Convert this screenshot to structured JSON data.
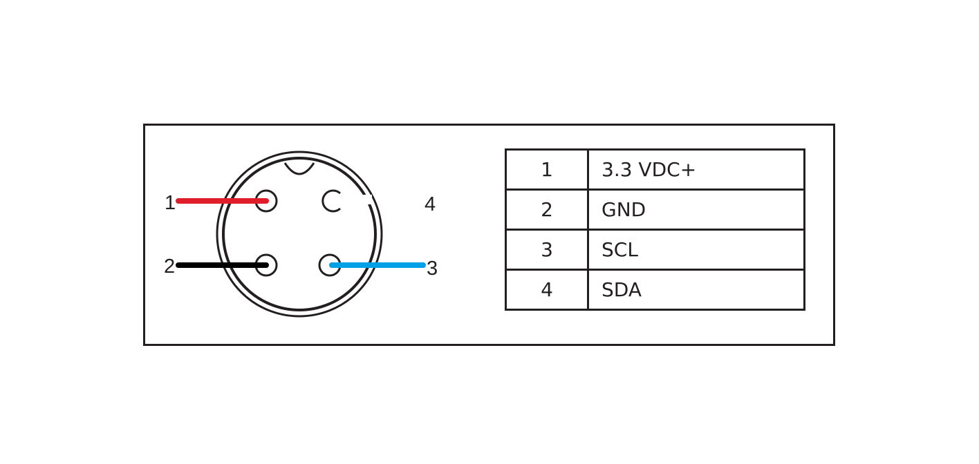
{
  "connector": {
    "pin_labels": [
      "1",
      "2",
      "3",
      "4"
    ],
    "wire_colors": {
      "pin1": "#e01e2b",
      "pin2": "#000000",
      "pin3": "#00a0e9"
    }
  },
  "pinout_table": [
    {
      "pin": "1",
      "signal": "3.3 VDC+"
    },
    {
      "pin": "2",
      "signal": "GND"
    },
    {
      "pin": "3",
      "signal": "SCL"
    },
    {
      "pin": "4",
      "signal": "SDA"
    }
  ]
}
